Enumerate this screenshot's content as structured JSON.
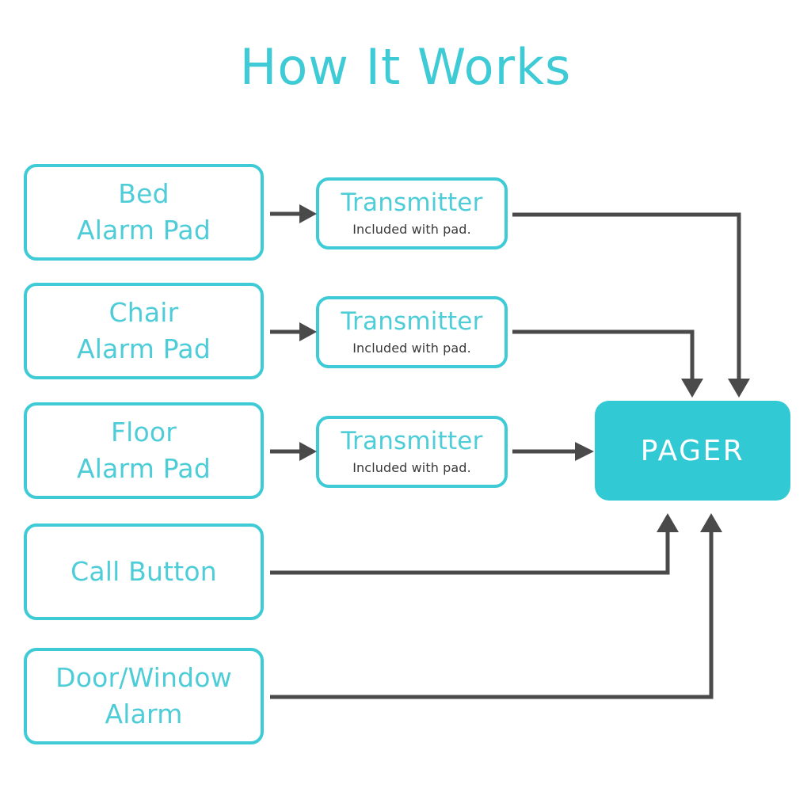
{
  "page": {
    "title": "How It Works",
    "background_color": "#ffffff"
  },
  "colors": {
    "accent_turquoise": "#3ECBD6",
    "accent_fill": "#31CAD4",
    "label_turquoise": "#4ECDD8",
    "connector_gray": "#4A4A4A",
    "subtext_gray": "#3A3A3A",
    "pager_text": "#ffffff"
  },
  "diagram": {
    "type": "flow-diagram",
    "sources": [
      {
        "id": "bed-alarm-pad",
        "label": "Bed\nAlarm Pad"
      },
      {
        "id": "chair-alarm-pad",
        "label": "Chair\nAlarm Pad"
      },
      {
        "id": "floor-alarm-pad",
        "label": "Floor\nAlarm Pad"
      },
      {
        "id": "call-button",
        "label": "Call Button"
      },
      {
        "id": "door-window-alarm",
        "label": "Door/Window\nAlarm"
      }
    ],
    "transmitters": [
      {
        "id": "transmitter-bed",
        "label": "Transmitter",
        "sub": "Included with pad."
      },
      {
        "id": "transmitter-chair",
        "label": "Transmitter",
        "sub": "Included with pad."
      },
      {
        "id": "transmitter-floor",
        "label": "Transmitter",
        "sub": "Included with pad."
      }
    ],
    "destination": {
      "id": "pager",
      "label": "PAGER"
    },
    "connections": [
      {
        "from": "bed-alarm-pad",
        "to": "transmitter-bed",
        "style": "straight-arrow-right"
      },
      {
        "from": "chair-alarm-pad",
        "to": "transmitter-chair",
        "style": "straight-arrow-right"
      },
      {
        "from": "floor-alarm-pad",
        "to": "transmitter-floor",
        "style": "straight-arrow-right"
      },
      {
        "from": "transmitter-bed",
        "to": "pager",
        "style": "elbow-right-down"
      },
      {
        "from": "transmitter-chair",
        "to": "pager",
        "style": "elbow-right-down"
      },
      {
        "from": "transmitter-floor",
        "to": "pager",
        "style": "straight-arrow-right"
      },
      {
        "from": "call-button",
        "to": "pager",
        "style": "elbow-right-up"
      },
      {
        "from": "door-window-alarm",
        "to": "pager",
        "style": "elbow-right-up"
      }
    ]
  }
}
